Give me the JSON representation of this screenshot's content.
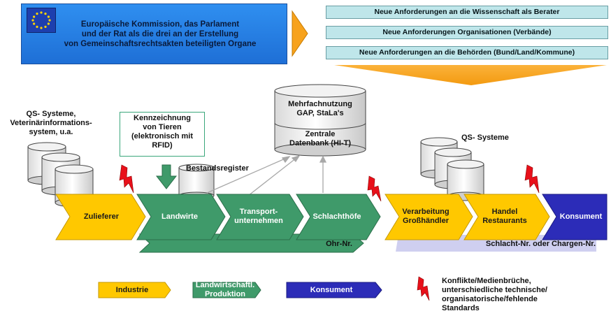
{
  "eu_box": {
    "line1": "Europäische Kommission, das Parlament",
    "line2": "und der Rat als die drei an der Erstellung",
    "line3": "von Gemeinschaftsrechtsakten beteiligten Organe"
  },
  "requirements": [
    "Neue Anforderungen an die Wissenschaft als Berater",
    "Neue Anforderungen Organisationen (Verbände)",
    "Neue Anforderungen an die Behörden (Bund/Land/Kommune)"
  ],
  "qs_systems_left": {
    "line1": "QS- Systeme,",
    "line2": "Veterinärinformations-",
    "line3": "system, u.a."
  },
  "kennzeichnung": {
    "line1": "Kennzeichnung",
    "line2": "von Tieren",
    "line3": "(elektronisch mit",
    "line4": "RFID)"
  },
  "database": {
    "top_line1": "Mehrfachnutzung",
    "top_line2": "GAP, StaLa's",
    "bottom_line1": "Zentrale",
    "bottom_line2": "Datenbank (HI-T)"
  },
  "bestandsregister": "Bestandsregister",
  "qs_systems_right": "QS- Systeme",
  "chain": {
    "zulieferer": "Zulieferer",
    "landwirte": "Landwirte",
    "transport_line1": "Transport-",
    "transport_line2": "unternehmen",
    "schlachthoefe": "Schlachthöfe",
    "verarbeitung_line1": "Verarbeitung",
    "verarbeitung_line2": "Großhändler",
    "handel_line1": "Handel",
    "handel_line2": "Restaurants",
    "konsument": "Konsument"
  },
  "ohr_nr": "Ohr-Nr.",
  "chargen_nr": "Schlacht-Nr. oder Chargen-Nr.",
  "legend": {
    "industrie": "Industrie",
    "landwirtschaft_line1": "Landwirtschaftl.",
    "landwirtschaft_line2": "Produktion",
    "konsument": "Konsument",
    "conflict_line1": "Konflikte/Medienbrüche,",
    "conflict_line2": "unterschiedliche technische/",
    "conflict_line3": "organisatorische/fehlende",
    "conflict_line4": "Standards"
  },
  "colors": {
    "industry": "#ffc800",
    "agriculture": "#3f9a6a",
    "consumer": "#2c2cb8",
    "eu_blue": "#2f8ff0",
    "requirement_box": "#bfe6ea",
    "funnel_orange": "#f7a21c",
    "lightning_red": "#e8101a"
  }
}
